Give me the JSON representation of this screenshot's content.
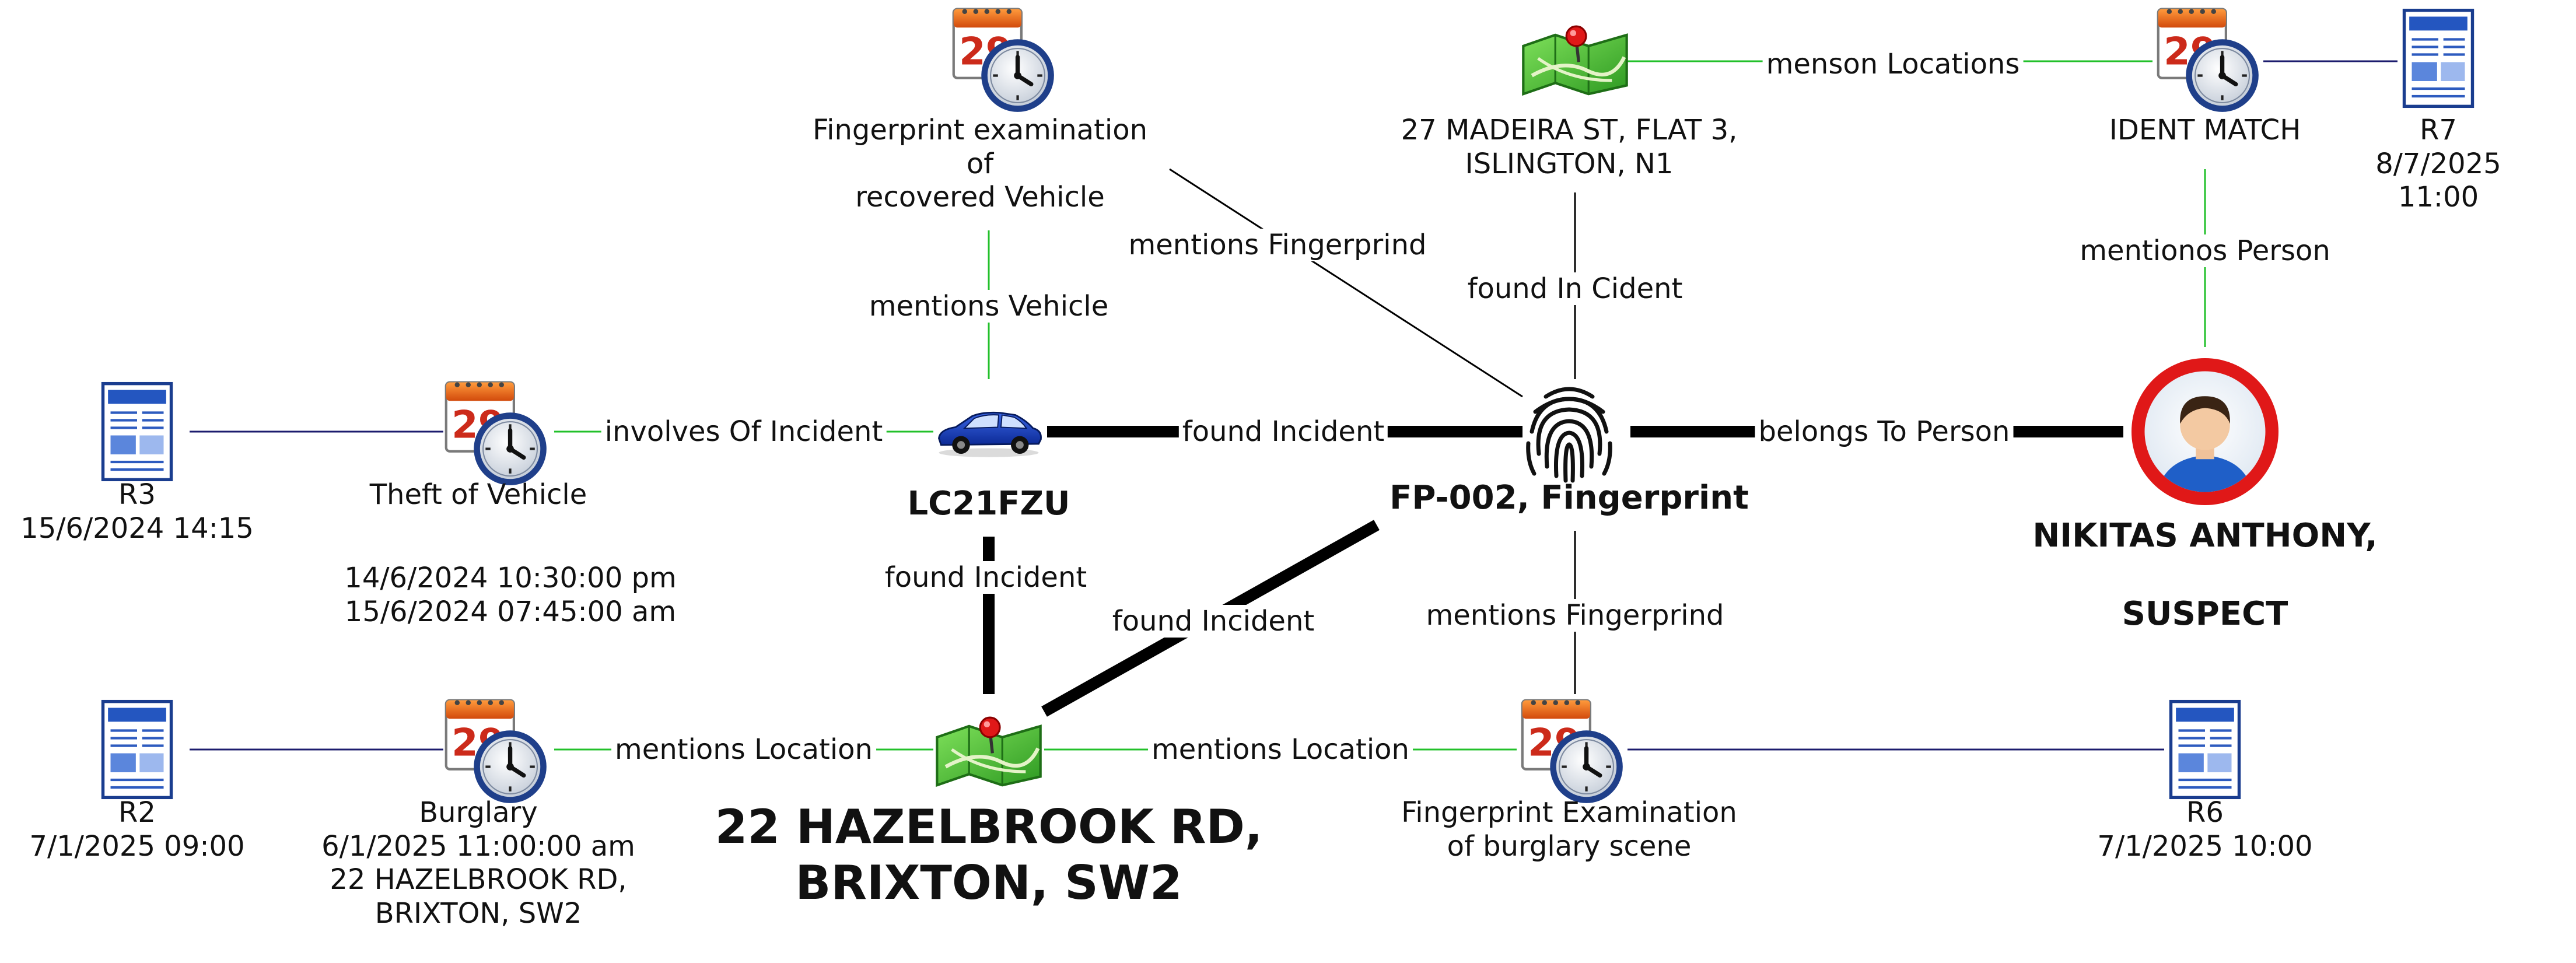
{
  "colors": {
    "line_green": "#22c02a",
    "line_navy": "#1c1c6e",
    "line_black": "#000000",
    "suspect_ring": "#e01818"
  },
  "nodes": [
    {
      "id": "ev_fp_vehicle",
      "kind": "event",
      "icon": "calendar-clock-icon",
      "label": "Fingerprint examination\nof\nrecovered Vehicle",
      "style": "normal"
    },
    {
      "id": "loc_madeira",
      "kind": "location",
      "icon": "map-pin-icon",
      "label": "27 MADEIRA ST, FLAT 3,\nISLINGTON, N1",
      "style": "normal"
    },
    {
      "id": "ev_ident",
      "kind": "event",
      "icon": "calendar-clock-icon",
      "label": "IDENT MATCH",
      "style": "normal"
    },
    {
      "id": "rep_r7",
      "kind": "report",
      "icon": "report-icon",
      "label": "R7\n8/7/2025 11:00",
      "style": "normal"
    },
    {
      "id": "rep_r3",
      "kind": "report",
      "icon": "report-icon",
      "label": "R3\n15/6/2024 14:15",
      "style": "normal"
    },
    {
      "id": "ev_theft",
      "kind": "event",
      "icon": "calendar-clock-icon",
      "label": "Theft of Vehicle",
      "style": "normal"
    },
    {
      "id": "ev_theft_dates",
      "kind": "text",
      "icon": "",
      "label": "14/6/2024 10:30:00 pm\n15/6/2024 07:45:00 am",
      "style": "normal"
    },
    {
      "id": "veh",
      "kind": "vehicle",
      "icon": "car-icon",
      "label": "LC21FZU",
      "style": "bold"
    },
    {
      "id": "fp",
      "kind": "fingerprint",
      "icon": "fingerprint-icon",
      "label": "FP-002, Fingerprint",
      "style": "bold"
    },
    {
      "id": "person",
      "kind": "person",
      "icon": "person-icon",
      "label": "NIKITAS ANTHONY,\n\nSUSPECT",
      "style": "bold"
    },
    {
      "id": "rep_r2",
      "kind": "report",
      "icon": "report-icon",
      "label": "R2\n7/1/2025 09:00",
      "style": "normal"
    },
    {
      "id": "ev_burglary",
      "kind": "event",
      "icon": "calendar-clock-icon",
      "label": "Burglary\n6/1/2025 11:00:00 am\n22 HAZELBROOK RD,\nBRIXTON, SW2",
      "style": "normal"
    },
    {
      "id": "loc_hazel",
      "kind": "location",
      "icon": "map-pin-icon",
      "label": "22 HAZELBROOK RD,\nBRIXTON, SW2",
      "style": "big"
    },
    {
      "id": "ev_fp_scene",
      "kind": "event",
      "icon": "calendar-clock-icon",
      "label": "Fingerprint Examination\nof burglary scene",
      "style": "normal"
    },
    {
      "id": "rep_r6",
      "kind": "report",
      "icon": "report-icon",
      "label": "R6\n7/1/2025 10:00",
      "style": "normal"
    }
  ],
  "edges": [
    {
      "from": "loc_madeira",
      "to": "ev_ident",
      "label": "menson Locations",
      "color": "green",
      "weight": "thin"
    },
    {
      "from": "ev_ident",
      "to": "rep_r7",
      "label": "",
      "color": "navy",
      "weight": "thin"
    },
    {
      "from": "ev_ident",
      "to": "person",
      "label": "mentionos Person",
      "color": "green",
      "weight": "thin"
    },
    {
      "from": "ev_fp_vehicle",
      "to": "veh",
      "label": "mentions Vehicle",
      "color": "green",
      "weight": "thin"
    },
    {
      "from": "ev_fp_vehicle",
      "to": "fp",
      "label": "mentions Fingerprind",
      "color": "black",
      "weight": "thin"
    },
    {
      "from": "loc_madeira",
      "to": "fp",
      "label": "found In Cident",
      "color": "black",
      "weight": "thin"
    },
    {
      "from": "rep_r3",
      "to": "ev_theft",
      "label": "",
      "color": "navy",
      "weight": "thin"
    },
    {
      "from": "ev_theft",
      "to": "veh",
      "label": "involves Of Incident",
      "color": "green",
      "weight": "thin"
    },
    {
      "from": "veh",
      "to": "fp",
      "label": "found Incident",
      "color": "black",
      "weight": "thick"
    },
    {
      "from": "fp",
      "to": "person",
      "label": "belongs To Person",
      "color": "black",
      "weight": "thick"
    },
    {
      "from": "veh",
      "to": "loc_hazel",
      "label": "found Incident",
      "color": "black",
      "weight": "thick"
    },
    {
      "from": "fp",
      "to": "loc_hazel",
      "label": "found Incident",
      "color": "black",
      "weight": "thick"
    },
    {
      "from": "fp",
      "to": "ev_fp_scene",
      "label": "mentions Fingerprind",
      "color": "black",
      "weight": "thin"
    },
    {
      "from": "rep_r2",
      "to": "ev_burglary",
      "label": "",
      "color": "navy",
      "weight": "thin"
    },
    {
      "from": "ev_burglary",
      "to": "loc_hazel",
      "label": "mentions Location",
      "color": "green",
      "weight": "thin"
    },
    {
      "from": "loc_hazel",
      "to": "ev_fp_scene",
      "label": "mentions Location",
      "color": "green",
      "weight": "thin"
    },
    {
      "from": "ev_fp_scene",
      "to": "rep_r6",
      "label": "",
      "color": "navy",
      "weight": "thin"
    }
  ]
}
